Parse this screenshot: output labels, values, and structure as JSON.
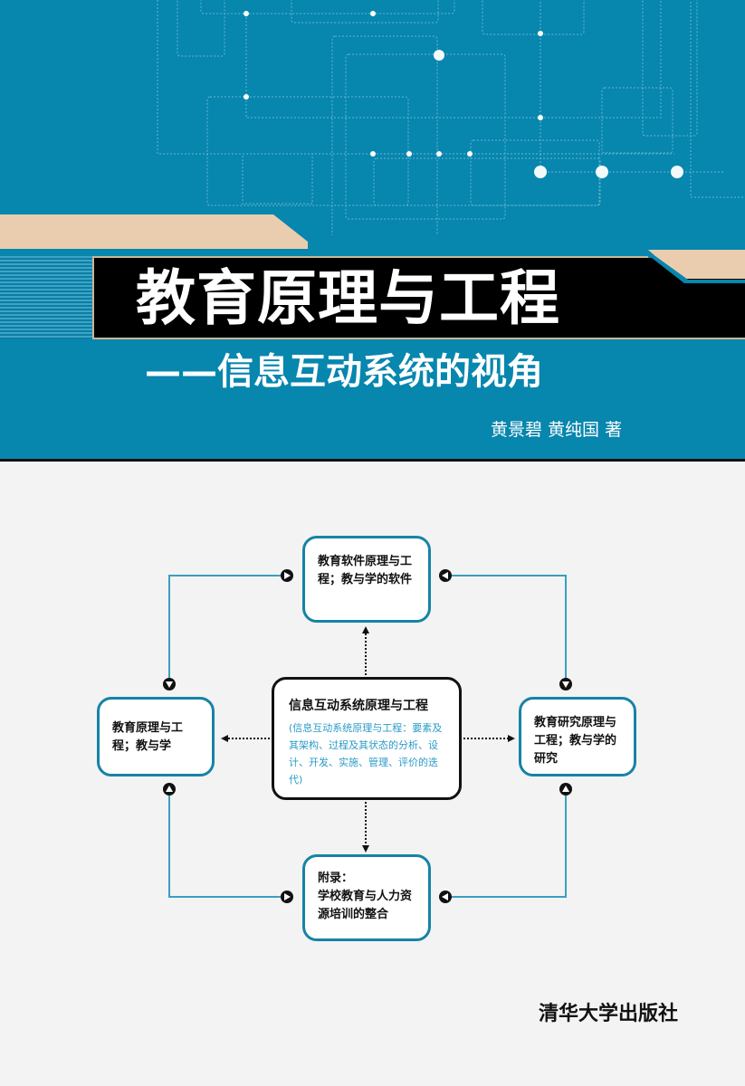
{
  "cover": {
    "title": "教育原理与工程",
    "subtitle": "——信息互动系统的视角",
    "authors": "黄景碧  黄纯国  著",
    "publisher": "清华大学出版社",
    "colors": {
      "primary_blue": "#0786ae",
      "tan": "#e9cdae",
      "black_band": "#000000",
      "diagram_blue": "#1683a6",
      "desc_blue": "#2a9bc7",
      "background": "#f3f3f3"
    }
  },
  "diagram": {
    "center": {
      "heading": "信息互动系统原理与工程",
      "description": "(信息互动系统原理与工程：要素及其架构、过程及其状态的分析、设计、开发、实施、管理、评价的迭代)"
    },
    "top": "教育软件原理与工程；教与学的软件",
    "left": "教育原理与工程；教与学",
    "right": "教育研究原理与工程；教与学的研究",
    "bottom_line1": "附录：",
    "bottom_line2": "学校教育与人力资源培训的整合"
  }
}
